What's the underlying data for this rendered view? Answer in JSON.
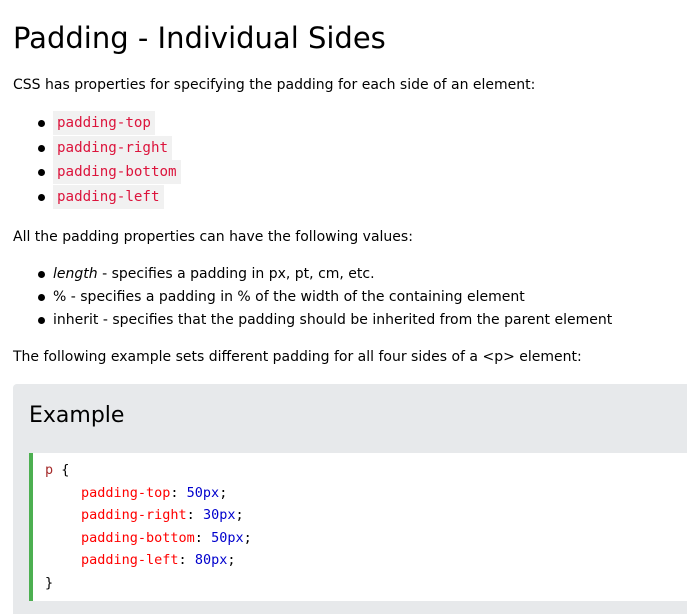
{
  "heading": "Padding - Individual Sides",
  "intro": "CSS has properties for specifying the padding for each side of an element:",
  "properties": [
    "padding-top",
    "padding-right",
    "padding-bottom",
    "padding-left"
  ],
  "values_intro": "All the padding properties can have the following values:",
  "values": [
    {
      "term": "length",
      "desc": " - specifies a padding in px, pt, cm, etc."
    },
    {
      "term": "%",
      "desc": " - specifies a padding in % of the width of the containing element"
    },
    {
      "term": "inherit",
      "desc": " - specifies that the padding should be inherited from the parent element"
    }
  ],
  "example_intro": "The following example sets different padding for all four sides of a <p> element:",
  "example": {
    "title": "Example",
    "selector": "p",
    "open_brace": " {",
    "close_brace": "}",
    "declarations": [
      {
        "prop": "padding-top",
        "value": "50px"
      },
      {
        "prop": "padding-right",
        "value": "30px"
      },
      {
        "prop": "padding-bottom",
        "value": "50px"
      },
      {
        "prop": "padding-left",
        "value": "80px"
      }
    ]
  },
  "colors": {
    "code_accent": "#4caf50",
    "inline_code": "#dc143c",
    "example_bg": "#e7e9eb"
  }
}
